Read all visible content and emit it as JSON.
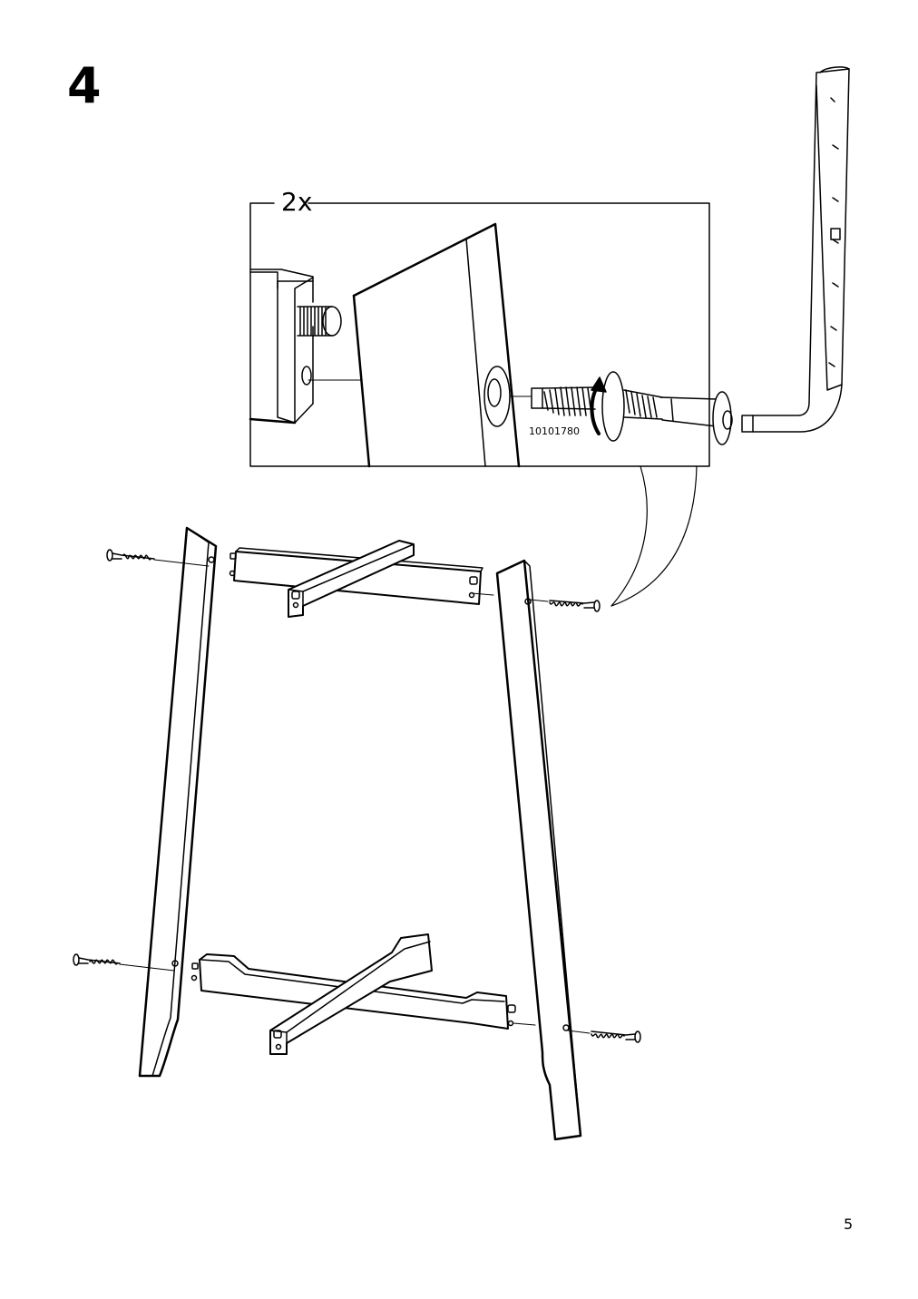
{
  "step": {
    "number": "4"
  },
  "detail": {
    "quantity": "2x",
    "part_number": "10101780"
  },
  "page": {
    "number": "5"
  }
}
